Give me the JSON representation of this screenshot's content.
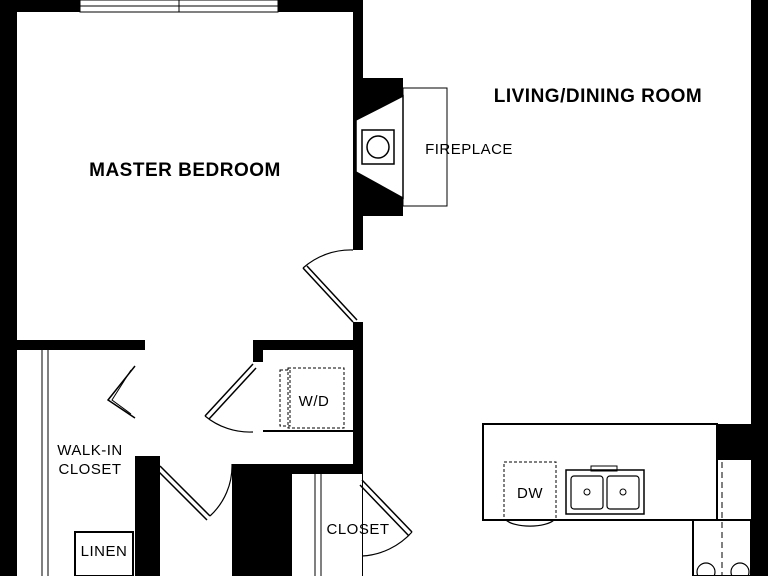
{
  "rooms": {
    "master_bedroom": "MASTER BEDROOM",
    "living_dining": "LIVING/DINING ROOM",
    "fireplace": "FIREPLACE",
    "walk_in_closet_line1": "WALK-IN",
    "walk_in_closet_line2": "CLOSET",
    "washer_dryer": "W/D",
    "closet": "CLOSET",
    "linen": "LINEN",
    "dishwasher": "DW"
  },
  "colors": {
    "wall": "#000000",
    "floor": "#ffffff",
    "line": "#000000"
  }
}
